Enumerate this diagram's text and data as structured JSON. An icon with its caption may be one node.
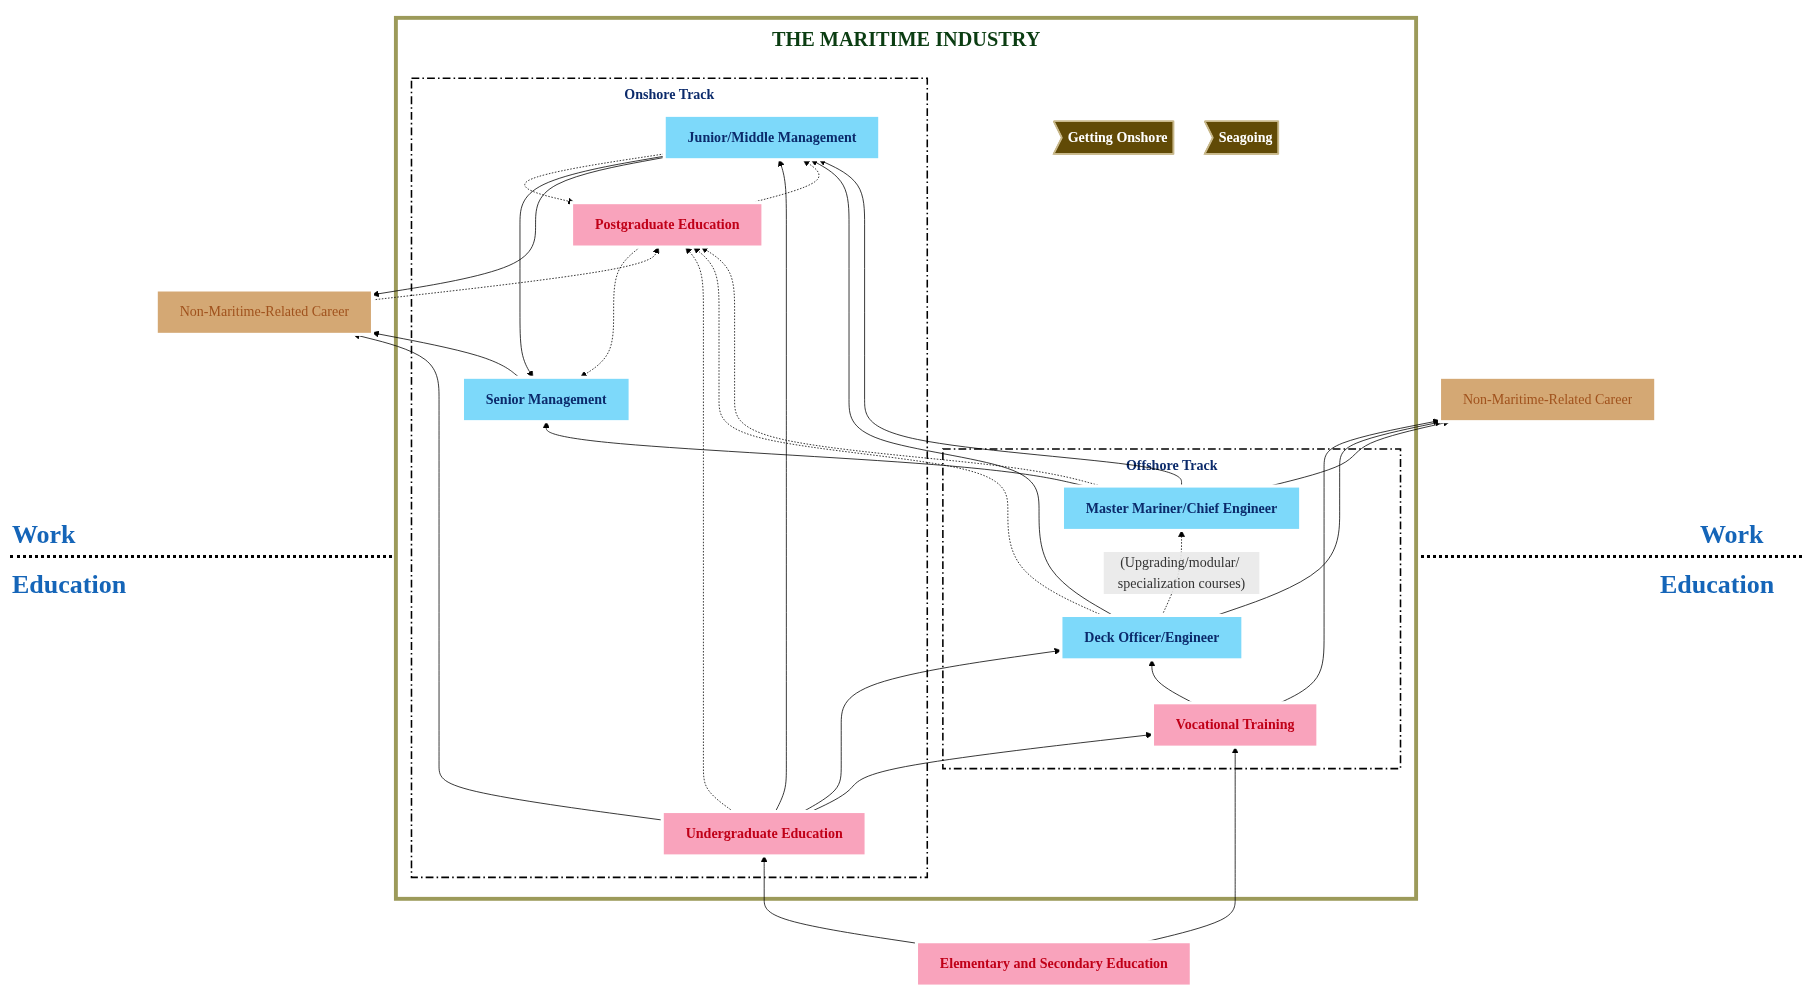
{
  "diagram": {
    "nodes": [
      {
        "text": [
          "THE MARITIME INDUSTRY"
        ]
      },
      {
        "text": [
          "Onshore Track"
        ],
        "in": 0
      },
      {
        "text": [
          "Senior Management"
        ],
        "in": 1
      },
      {
        "text": [
          "Junior/Middle Management"
        ],
        "in": 1
      },
      {
        "text": [
          "Postgraduate Education"
        ],
        "in": 1
      },
      {
        "text": [
          "Undergraduate Education"
        ],
        "in": 1
      },
      {
        "text": [
          "Offshore Track"
        ],
        "in": 0
      },
      {
        "text": [
          "Master Mariner/Chief Engineer"
        ],
        "in": 6
      },
      {
        "text": [
          "Deck Officer/Engineer"
        ],
        "in": 6
      },
      {
        "text": [
          "Vocational Training"
        ],
        "in": 6
      },
      {
        "text": [
          "Getting Onshore"
        ],
        "in": 0
      },
      {
        "text": [
          "Seagoing"
        ],
        "in": 0
      },
      {
        "text": [
          "Non-Maritime-Related Career"
        ]
      },
      {
        "text": [
          "Non-Maritime-Related Career"
        ]
      },
      {
        "text": [
          "Elementary and Secondary Education"
        ]
      }
    ],
    "edges": [
      {
        "from": 2,
        "to": 12,
        "arrow": "to"
      },
      {
        "from": 7,
        "to": 2,
        "arrow": "to"
      },
      {
        "from": 7,
        "to": 13,
        "arrow": "to"
      },
      {
        "from": 7,
        "to": 3,
        "arrow": "to"
      },
      {
        "from": 7,
        "to": 4,
        "arrow": "to",
        "style": "dashed"
      },
      {
        "from": 3,
        "to": 12,
        "arrow": "to"
      },
      {
        "from": 3,
        "to": 2,
        "arrow": "to"
      },
      {
        "from": 3,
        "to": 4,
        "arrow": "to",
        "style": "dashed"
      },
      {
        "from": 8,
        "to": 3,
        "arrow": "to"
      },
      {
        "from": 8,
        "to": 4,
        "arrow": "to",
        "style": "dashed"
      },
      {
        "from": 8,
        "to": 13,
        "arrow": "to"
      },
      {
        "from": 8,
        "to": 7,
        "arrow": "to",
        "style": "dashed",
        "label": "(Upgrading/modular/ specialization courses)"
      },
      {
        "from": 4,
        "to": 3,
        "arrow": "to",
        "style": "dashed"
      },
      {
        "from": 4,
        "to": 2,
        "arrow": "to",
        "style": "dashed"
      },
      {
        "from": 5,
        "to": 3,
        "arrow": "to"
      },
      {
        "from": 5,
        "to": 4,
        "arrow": "to",
        "style": "dashed"
      },
      {
        "from": 5,
        "to": 12,
        "arrow": "to"
      },
      {
        "from": 5,
        "to": 8,
        "arrow": "to"
      },
      {
        "from": 5,
        "to": 9,
        "arrow": "to"
      },
      {
        "from": 9,
        "to": 8,
        "arrow": "to"
      },
      {
        "from": 9,
        "to": 13,
        "arrow": "to"
      },
      {
        "from": 12,
        "to": 4,
        "arrow": "to",
        "style": "dashed"
      },
      {
        "from": 14,
        "to": 5,
        "arrow": "to"
      },
      {
        "from": 14,
        "to": 9,
        "arrow": "to"
      }
    ],
    "labels": [
      "Work",
      "Education",
      "Work",
      "Education"
    ]
  }
}
